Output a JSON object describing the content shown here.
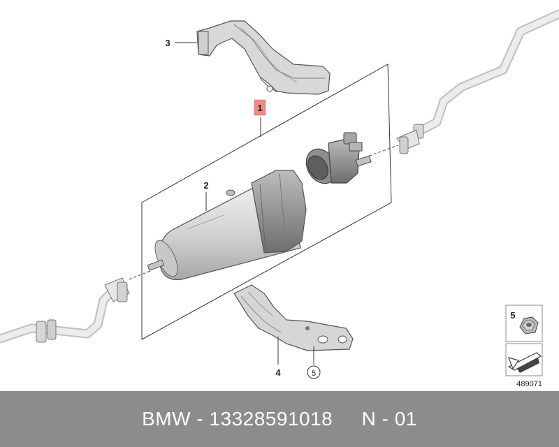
{
  "callouts": {
    "c1": "1",
    "c2": "2",
    "c3": "3",
    "c4": "4",
    "c5": "5",
    "inset_label": "5"
  },
  "inset": {
    "top_icon": "nut-icon",
    "bottom_icon": "arrow-plate-icon"
  },
  "diagram_id": "489071",
  "footer": {
    "text": "BMW - 13328591018     N - 01"
  },
  "colors": {
    "highlight": "#f08a8a",
    "footer_bg": "#8c8c8c",
    "part_fill": "#d9d9d9"
  }
}
